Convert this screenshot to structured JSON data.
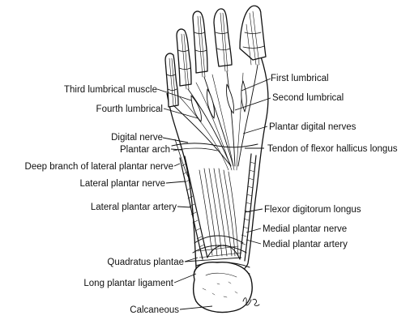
{
  "figure": {
    "labels": {
      "first_lumbrical": "First lumbrical",
      "third_lumbrical_muscle": "Third lumbrical muscle",
      "second_lumbrical": "Second lumbrical",
      "fourth_lumbrical": "Fourth lumbrical",
      "plantar_digital_nerves": "Plantar digital nerves",
      "digital_nerve": "Digital nerve",
      "plantar_arch": "Plantar arch",
      "tendon_flexor_hallicus_longus": "Tendon of flexor hallicus longus",
      "deep_branch_lateral_plantar_nerve": "Deep branch of lateral plantar nerve",
      "lateral_plantar_nerve": "Lateral plantar nerve",
      "flexor_digitorum_longus": "Flexor digitorum longus",
      "lateral_plantar_artery": "Lateral plantar artery",
      "medial_plantar_nerve": "Medial plantar nerve",
      "medial_plantar_artery": "Medial plantar artery",
      "quadratus_plantae": "Quadratus plantae",
      "long_plantar_ligament": "Long plantar ligament",
      "calcaneous": "Calcaneous"
    },
    "colors": {
      "ink": "#111111",
      "paper": "#ffffff"
    }
  }
}
